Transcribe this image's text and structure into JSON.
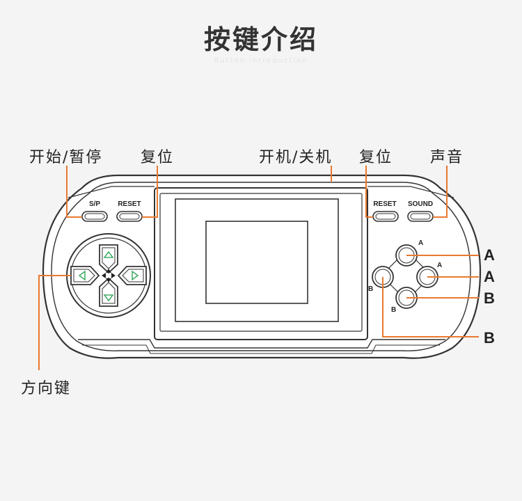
{
  "header": {
    "title": "按键介绍",
    "subtitle": "Button introduction"
  },
  "callouts": {
    "start_pause": "开始/暂停",
    "reset_left": "复位",
    "power": "开机/关机",
    "reset_right": "复位",
    "sound": "声音",
    "dpad": "方向键",
    "a1": "A",
    "a2": "A",
    "b1": "B",
    "b2": "B"
  },
  "device": {
    "sp_label": "S/P",
    "reset_label_left": "RESET",
    "reset_label_right": "RESET",
    "sound_label": "SOUND",
    "btn_a_top": "A",
    "btn_a_right": "A",
    "btn_b_left": "B",
    "btn_b_bottom": "B"
  },
  "colors": {
    "callout_line": "#e8792f",
    "outline": "#333333",
    "dpad_arrow": "#1f9e4a",
    "text": "#222222"
  }
}
